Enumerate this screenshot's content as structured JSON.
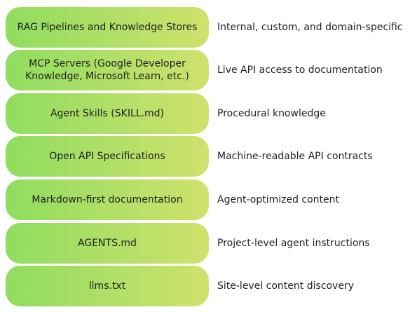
{
  "layers": [
    {
      "label": "RAG Pipelines and Knowledge Stores",
      "description": "Internal, custom, and domain-specific"
    },
    {
      "label": "MCP Servers (Google Developer\nKnowledge, Microsoft Learn, etc.)",
      "description": "Live API access to documentation"
    },
    {
      "label": "Agent Skills (SKILL.md)",
      "description": "Procedural knowledge"
    },
    {
      "label": "Open API Specifications",
      "description": "Machine-readable API contracts"
    },
    {
      "label": "Markdown-first documentation",
      "description": "Agent-optimized content"
    },
    {
      "label": "AGENTS.md",
      "description": "Project-level agent instructions"
    },
    {
      "label": "llms.txt",
      "description": "Site-level content discovery"
    }
  ],
  "colors": {
    "pill_start": "#90dd5f",
    "pill_end": "#cfe26c",
    "text": "#1f1f1f"
  }
}
